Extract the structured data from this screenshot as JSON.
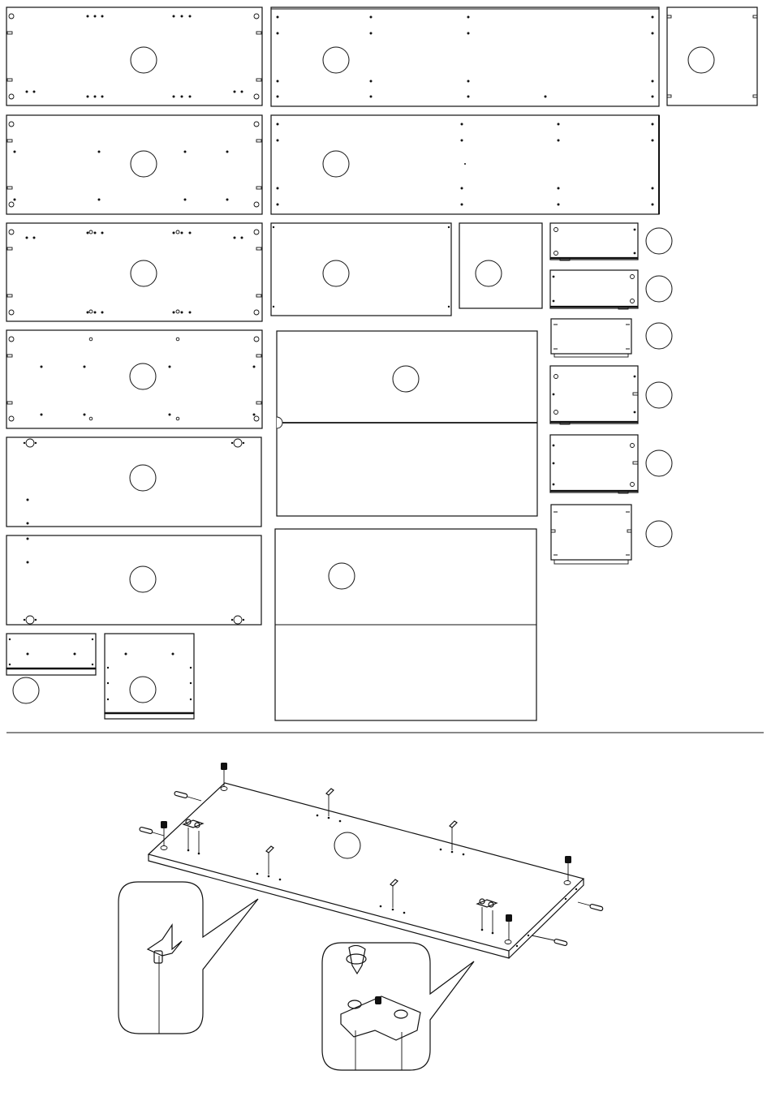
{
  "document": {
    "type": "furniture assembly instruction sheet",
    "sections": [
      "parts-overview",
      "assembly-step"
    ]
  },
  "parts": {
    "panel_labels": [
      "",
      "",
      "",
      "",
      "",
      "",
      "",
      "",
      "",
      "",
      "",
      "",
      "",
      "",
      "",
      "",
      "",
      "",
      "",
      "",
      "",
      "",
      "",
      ""
    ]
  },
  "assembly": {
    "hardware": [
      "cam-lock",
      "wooden-dowel",
      "shelf-support",
      "hinge-plate",
      "screw"
    ],
    "callouts": [
      "shelf-support-detail",
      "hinge-plate-detail"
    ]
  }
}
